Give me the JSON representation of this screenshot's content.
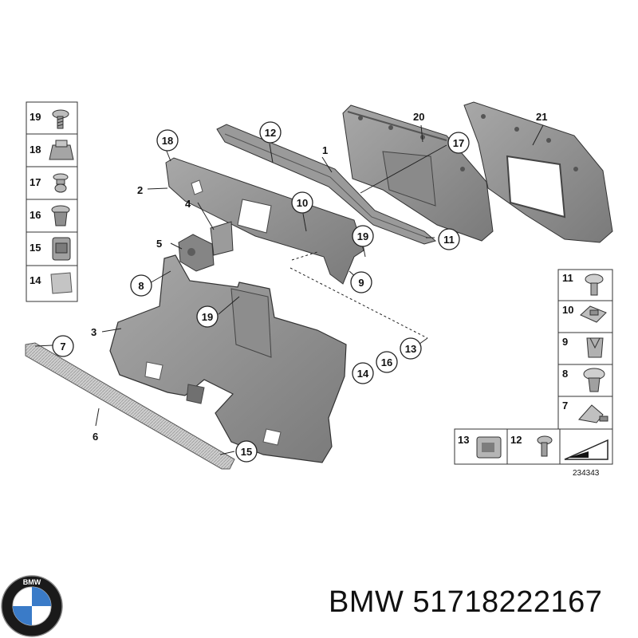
{
  "diagram_id": "234343",
  "brand_name": "BMW",
  "part_number": "51718222167",
  "logo_text": "BMW",
  "callouts": {
    "c1": "1",
    "c2": "2",
    "c3": "3",
    "c4": "4",
    "c5": "5",
    "c6": "6",
    "c7": "7",
    "c8": "8",
    "c9": "9",
    "c10": "10",
    "c11": "11",
    "c12": "12",
    "c13": "13",
    "c14": "14",
    "c15": "15",
    "c16": "16",
    "c17": "17",
    "c18": "18",
    "c19a": "19",
    "c19b": "19",
    "c20": "20",
    "c21": "21"
  },
  "left_legend": [
    "19",
    "18",
    "17",
    "16",
    "15",
    "14"
  ],
  "right_legend": [
    "11",
    "10",
    "9",
    "8",
    "7"
  ],
  "bottom_legend": [
    "13",
    "12"
  ],
  "colors": {
    "part_fill": "#8f8f8f",
    "part_dark": "#6e6e6e",
    "part_light": "#b5b5b5",
    "line": "#222222"
  }
}
